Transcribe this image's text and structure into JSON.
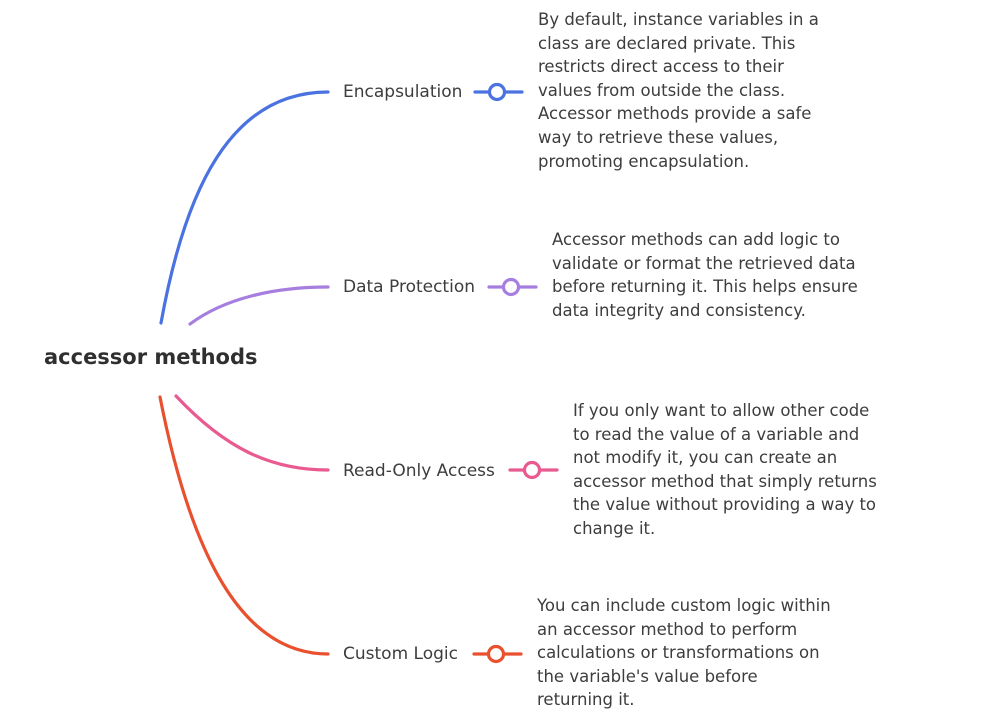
{
  "root": {
    "label": "accessor methods"
  },
  "branches": [
    {
      "label": "Encapsulation",
      "color": "#4a72e0",
      "description": "By default, instance variables in a class are declared private. This restricts direct access to their values from outside the class. Accessor methods provide a safe way to retrieve these values, promoting encapsulation."
    },
    {
      "label": "Data Protection",
      "color": "#a67ee0",
      "description": "Accessor methods can add logic to validate or format the retrieved data before returning it. This helps ensure data integrity and consistency."
    },
    {
      "label": "Read-Only Access",
      "color": "#e85a90",
      "description": "If you only want to allow other code to read the value of a variable and not modify it, you can create an accessor method that simply returns the value without providing a way to change it."
    },
    {
      "label": "Custom Logic",
      "color": "#e8502e",
      "description": "You can include custom logic within an accessor method to perform calculations or transformations on the variable's value before returning it."
    }
  ]
}
